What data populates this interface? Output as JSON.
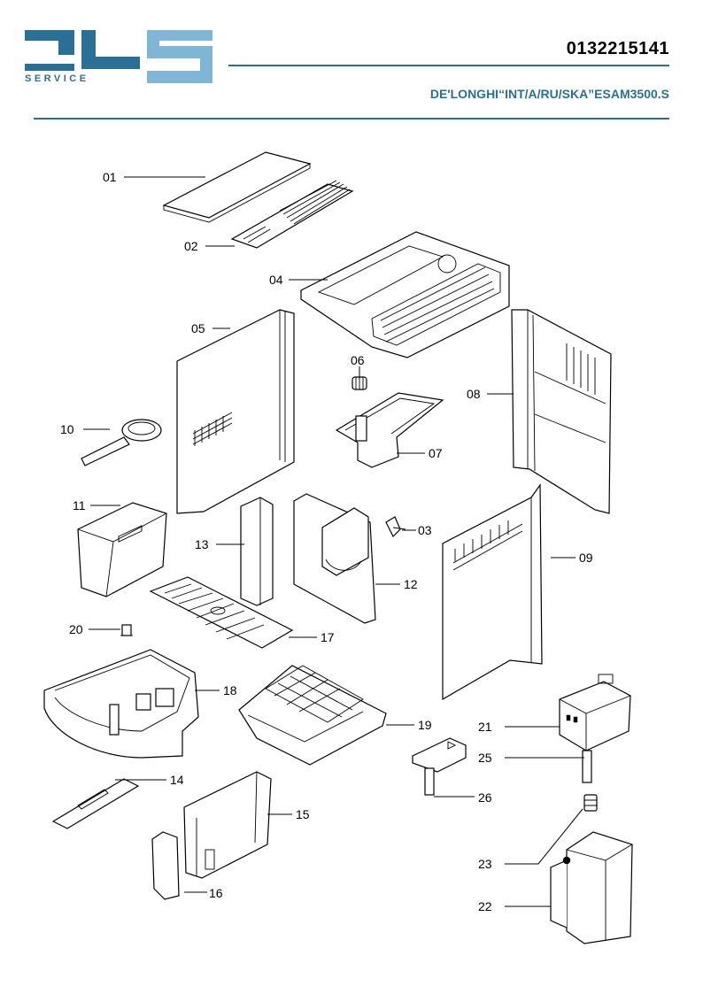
{
  "header": {
    "logo_text": "SERVICE",
    "doc_number": "0132215141",
    "model": "DE'LONGHI“INT/A/RU/SKA”ESAM3500.S",
    "accent_color": "#2a6f95",
    "logo_light_color": "#7fb6d6"
  },
  "labels": {
    "p01": "01",
    "p02": "02",
    "p03": "03",
    "p04": "04",
    "p05": "05",
    "p06": "06",
    "p07": "07",
    "p08": "08",
    "p09": "09",
    "p10": "10",
    "p11": "11",
    "p12": "12",
    "p13": "13",
    "p14": "14",
    "p15": "15",
    "p16": "16",
    "p17": "17",
    "p18": "18",
    "p19": "19",
    "p20": "20",
    "p21": "21",
    "p22": "22",
    "p23": "23",
    "p25": "25",
    "p26": "26"
  }
}
